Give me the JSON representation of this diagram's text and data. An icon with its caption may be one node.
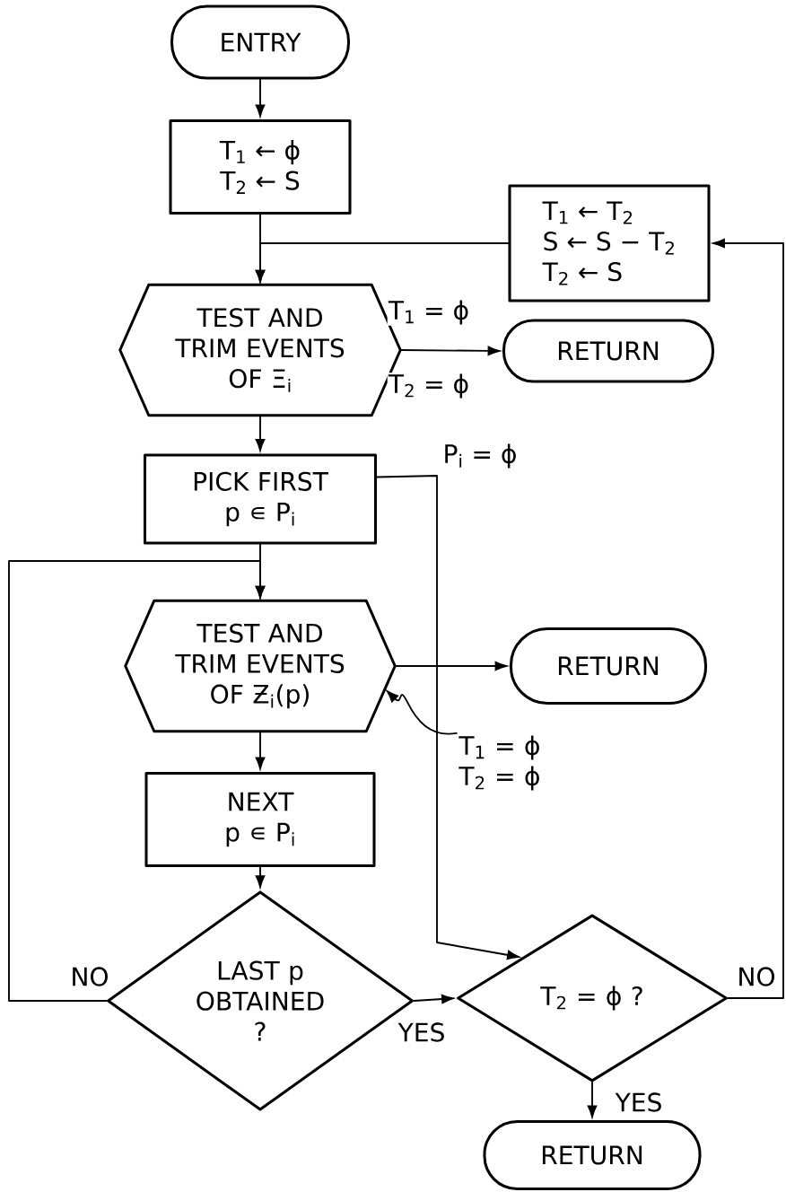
{
  "diagram": {
    "nodes": [
      {
        "text": [
          "ENTRY"
        ]
      },
      {
        "text": [
          "T$_{1}$ ← ϕ",
          "T$_{2}$ ← S"
        ]
      },
      {
        "text": [
          "T$_{1}$ ← T$_{2}$",
          "S ← S − T$_{2}$",
          "T$_{2}$ ← S"
        ]
      },
      {
        "text": [
          "TEST AND TRIM EVENTS OF Ξ$_{i}$"
        ]
      },
      {
        "text": [
          "RETURN"
        ]
      },
      {
        "text": [
          "PICK FIRST p ∊ P$_{i}$"
        ]
      },
      {
        "text": [
          "TEST AND TRIM EVENTS OF Ƶ$_{i}$(p)"
        ]
      },
      {
        "text": [
          "RETURN"
        ]
      },
      {
        "text": [
          "NEXT p ∊ P$_{i}$"
        ]
      },
      {
        "text": [
          "LAST p OBTAINED ?"
        ]
      },
      {
        "text": [
          "T$_{2}$ = ϕ ?"
        ]
      },
      {
        "text": [
          "RETURN"
        ]
      },
      {
        "text": [
          "T$_{1}$ = ϕ T$_{2}$ = ϕ"
        ]
      }
    ],
    "edges": [
      {
        "from": 0,
        "to": 1,
        "arrow": "to"
      },
      {
        "from": 1,
        "to": 3,
        "arrow": "to"
      },
      {
        "from": 2,
        "to": 3,
        "arrow": "to"
      },
      {
        "from": 3,
        "to": 4,
        "arrow": "to"
      },
      {
        "from": 3,
        "to": 5,
        "arrow": "to"
      },
      {
        "from": 5,
        "to": 10,
        "arrow": "to",
        "label": "P$_{i}$ = ϕ"
      },
      {
        "from": 5,
        "to": 6,
        "arrow": "to"
      },
      {
        "from": 6,
        "to": 7,
        "arrow": "to"
      },
      {
        "from": 12,
        "to": 6,
        "arrow": "to"
      },
      {
        "from": 6,
        "to": 8,
        "arrow": "to"
      },
      {
        "from": 8,
        "to": 9,
        "arrow": "to"
      },
      {
        "from": 9,
        "to": 6,
        "arrow": "to",
        "label": "NO"
      },
      {
        "from": 9,
        "to": 10,
        "arrow": "to",
        "label": "YES"
      },
      {
        "from": 10,
        "to": 2,
        "arrow": "to",
        "label": "NO"
      },
      {
        "from": 10,
        "to": 11,
        "arrow": "to",
        "label": "YES"
      }
    ],
    "labels": [
      "T$_{1}$ = ϕ",
      "T$_{2}$ = ϕ"
    ]
  }
}
